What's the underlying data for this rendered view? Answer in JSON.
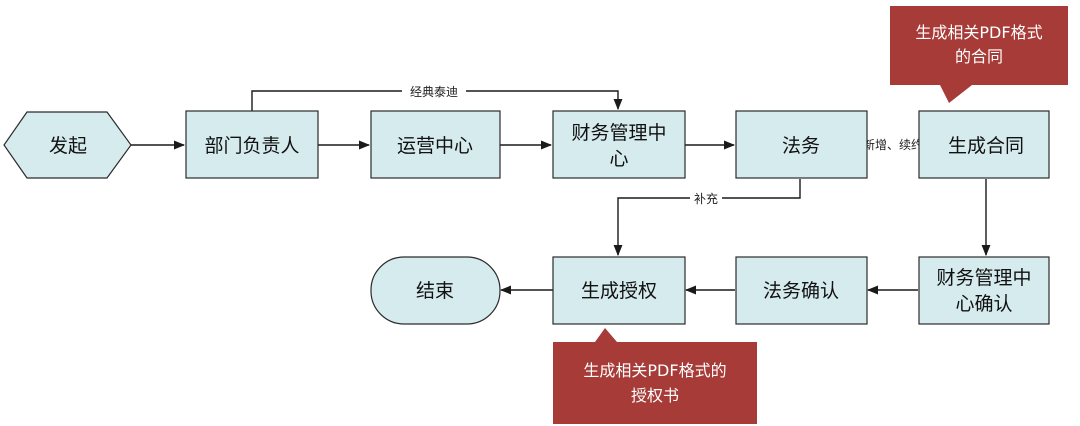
{
  "colors": {
    "node_fill": "#d6ebee",
    "node_stroke": "#2b2b2b",
    "line": "#1a1a1a",
    "callout_fill": "#a63b38"
  },
  "nodes": {
    "start": "发起",
    "dept_head": "部门负责人",
    "operations": "运营中心",
    "finance_l1": "财务管理中",
    "finance_l2": "心",
    "legal": "法务",
    "generate_contract": "生成合同",
    "finance_confirm_l1": "财务管理中",
    "finance_confirm_l2": "心确认",
    "legal_confirm": "法务确认",
    "generate_auth": "生成授权",
    "end": "结束"
  },
  "edges": {
    "classic_label": "经典泰迪",
    "new_renew_label": "新增、续约",
    "supplement_label": "补充"
  },
  "callouts": {
    "contract_l1": "生成相关PDF格式",
    "contract_l2": "的合同",
    "auth_l1": "生成相关PDF格式的",
    "auth_l2": "授权书"
  }
}
